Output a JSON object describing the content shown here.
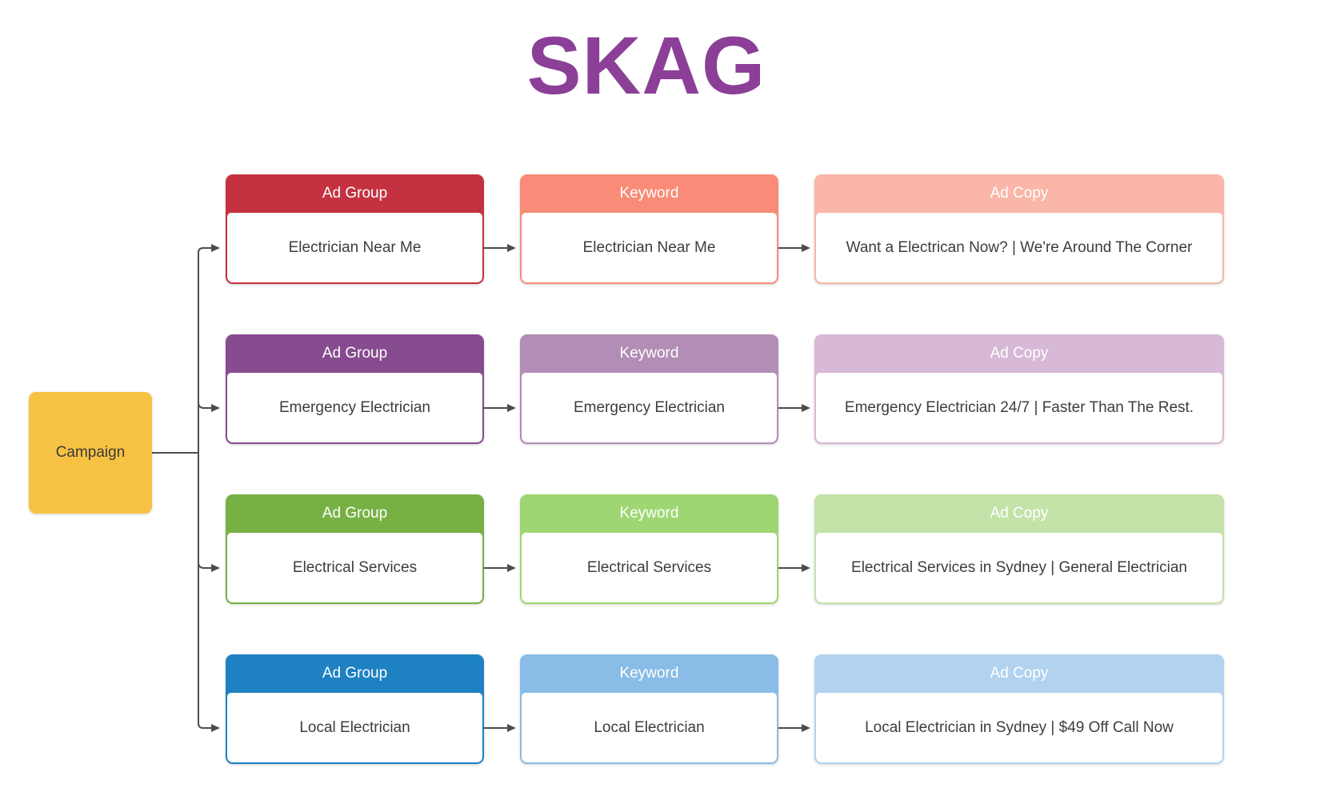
{
  "title": {
    "text": "SKAG",
    "color": "#8b3f97"
  },
  "campaign": {
    "label": "Campaign",
    "color": "#f7c243"
  },
  "column_headers": {
    "ad_group": "Ad Group",
    "keyword": "Keyword",
    "ad_copy": "Ad Copy"
  },
  "rows": [
    {
      "ad_group": "Electrician Near Me",
      "keyword": "Electrician Near Me",
      "ad_copy": "Want a Electrican Now? | We're Around The Corner",
      "colors": {
        "ad_group": "#c43140",
        "keyword": "#f98b78",
        "ad_copy": "#f9b6a9"
      }
    },
    {
      "ad_group": "Emergency Electrician",
      "keyword": "Emergency Electrician",
      "ad_copy": "Emergency Electrician 24/7 | Faster Than The Rest.",
      "colors": {
        "ad_group": "#874b8f",
        "keyword": "#b28db5",
        "ad_copy": "#d7b9d7"
      }
    },
    {
      "ad_group": "Electrical Services",
      "keyword": "Electrical Services",
      "ad_copy": "Electrical Services in Sydney | General Electrician",
      "colors": {
        "ad_group": "#77b144",
        "keyword": "#9fd674",
        "ad_copy": "#c3e3a8"
      }
    },
    {
      "ad_group": "Local Electrician",
      "keyword": "Local Electrician",
      "ad_copy": "Local Electrician in Sydney | $49 Off Call Now",
      "colors": {
        "ad_group": "#1d81c2",
        "keyword": "#89bce6",
        "ad_copy": "#b1d3ef"
      }
    }
  ],
  "connector_color": "#4d4d4d"
}
